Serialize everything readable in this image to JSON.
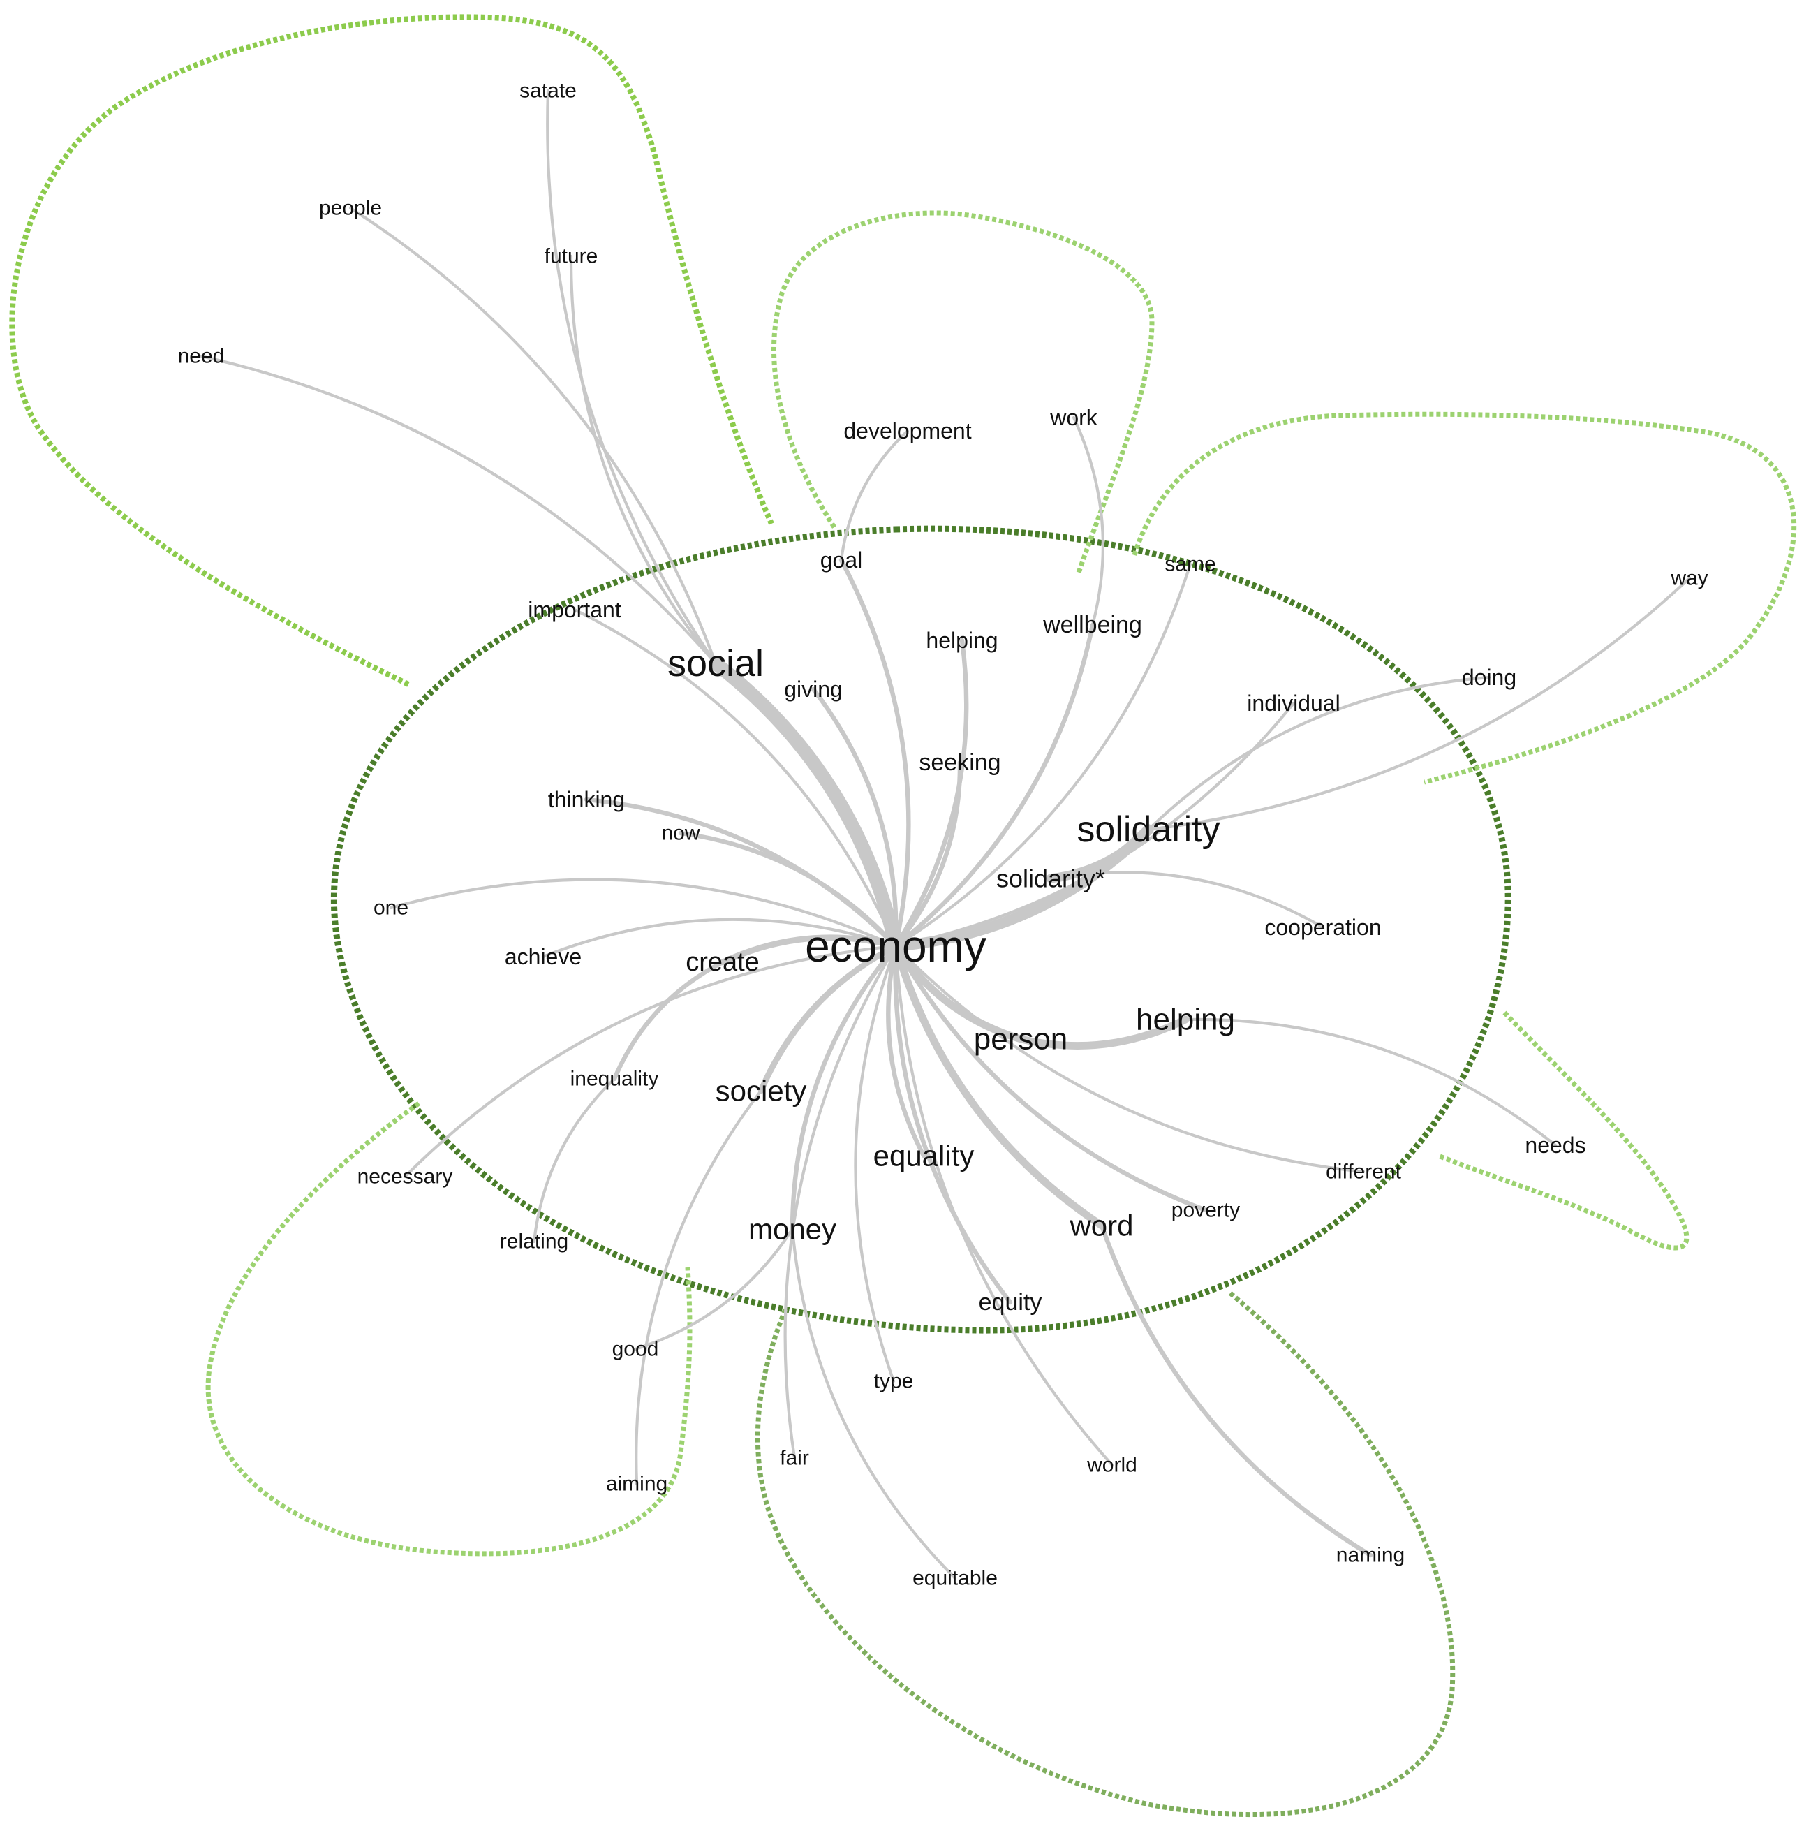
{
  "diagram": {
    "type": "word-co-occurrence-network",
    "colors": {
      "edge": "#c8c8c8",
      "center_cluster": "#4a7d2a",
      "outer_cluster_a": "#8ccb4c",
      "outer_cluster_b": "#9cd270",
      "outer_cluster_c": "#7fae5d",
      "label": "#111111"
    },
    "words": {
      "economy": "economy",
      "social": "social",
      "solidarity": "solidarity",
      "solidarity_star": "solidarity*",
      "helping_1": "helping",
      "helping_2": "helping",
      "person": "person",
      "society": "society",
      "equality": "equality",
      "money": "money",
      "word": "word",
      "satate": "satate",
      "people": "people",
      "future": "future",
      "need": "need",
      "development": "development",
      "work": "work",
      "goal": "goal",
      "same": "same",
      "way": "way",
      "important": "important",
      "wellbeing": "wellbeing",
      "giving": "giving",
      "individual": "individual",
      "doing": "doing",
      "seeking": "seeking",
      "thinking": "thinking",
      "now": "now",
      "one": "one",
      "achieve": "achieve",
      "create": "create",
      "cooperation": "cooperation",
      "inequality": "inequality",
      "needs": "needs",
      "necessary": "necessary",
      "different": "different",
      "poverty": "poverty",
      "relating": "relating",
      "equity": "equity",
      "good": "good",
      "type": "type",
      "fair": "fair",
      "world": "world",
      "aiming": "aiming",
      "naming": "naming",
      "equitable": "equitable"
    },
    "edges": [
      [
        "economy",
        "social",
        8
      ],
      [
        "economy",
        "solidarity",
        6
      ],
      [
        "solidarity",
        "solidarity_star",
        5
      ],
      [
        "economy",
        "person",
        4
      ],
      [
        "person",
        "helping_2",
        4
      ],
      [
        "economy",
        "word",
        4
      ],
      [
        "economy",
        "society",
        3
      ],
      [
        "economy",
        "equality",
        2
      ],
      [
        "economy",
        "money",
        2
      ],
      [
        "economy",
        "create",
        3
      ],
      [
        "create",
        "inequality",
        2
      ],
      [
        "economy",
        "thinking",
        2
      ],
      [
        "economy",
        "now",
        2
      ],
      [
        "economy",
        "giving",
        2
      ],
      [
        "economy",
        "goal",
        2
      ],
      [
        "economy",
        "helping_1",
        2
      ],
      [
        "economy",
        "seeking",
        2
      ],
      [
        "economy",
        "wellbeing",
        2
      ],
      [
        "economy",
        "equity",
        2
      ],
      [
        "economy",
        "poverty",
        2
      ],
      [
        "word",
        "naming",
        2
      ],
      [
        "social",
        "satate",
        1
      ],
      [
        "social",
        "people",
        1
      ],
      [
        "social",
        "future",
        1
      ],
      [
        "social",
        "need",
        1
      ],
      [
        "goal",
        "development",
        1
      ],
      [
        "wellbeing",
        "work",
        1
      ],
      [
        "economy",
        "same",
        1
      ],
      [
        "solidarity",
        "way",
        1
      ],
      [
        "solidarity",
        "doing",
        1
      ],
      [
        "economy",
        "individual",
        1
      ],
      [
        "economy",
        "important",
        1
      ],
      [
        "economy",
        "one",
        1
      ],
      [
        "economy",
        "achieve",
        1
      ],
      [
        "solidarity_star",
        "cooperation",
        1
      ],
      [
        "helping_2",
        "needs",
        1
      ],
      [
        "economy",
        "different",
        1
      ],
      [
        "economy",
        "necessary",
        1
      ],
      [
        "inequality",
        "relating",
        1
      ],
      [
        "society",
        "aiming",
        1
      ],
      [
        "money",
        "good",
        1
      ],
      [
        "economy",
        "type",
        1
      ],
      [
        "economy",
        "fair",
        1
      ],
      [
        "economy",
        "world",
        1
      ],
      [
        "money",
        "equitable",
        1
      ]
    ]
  }
}
